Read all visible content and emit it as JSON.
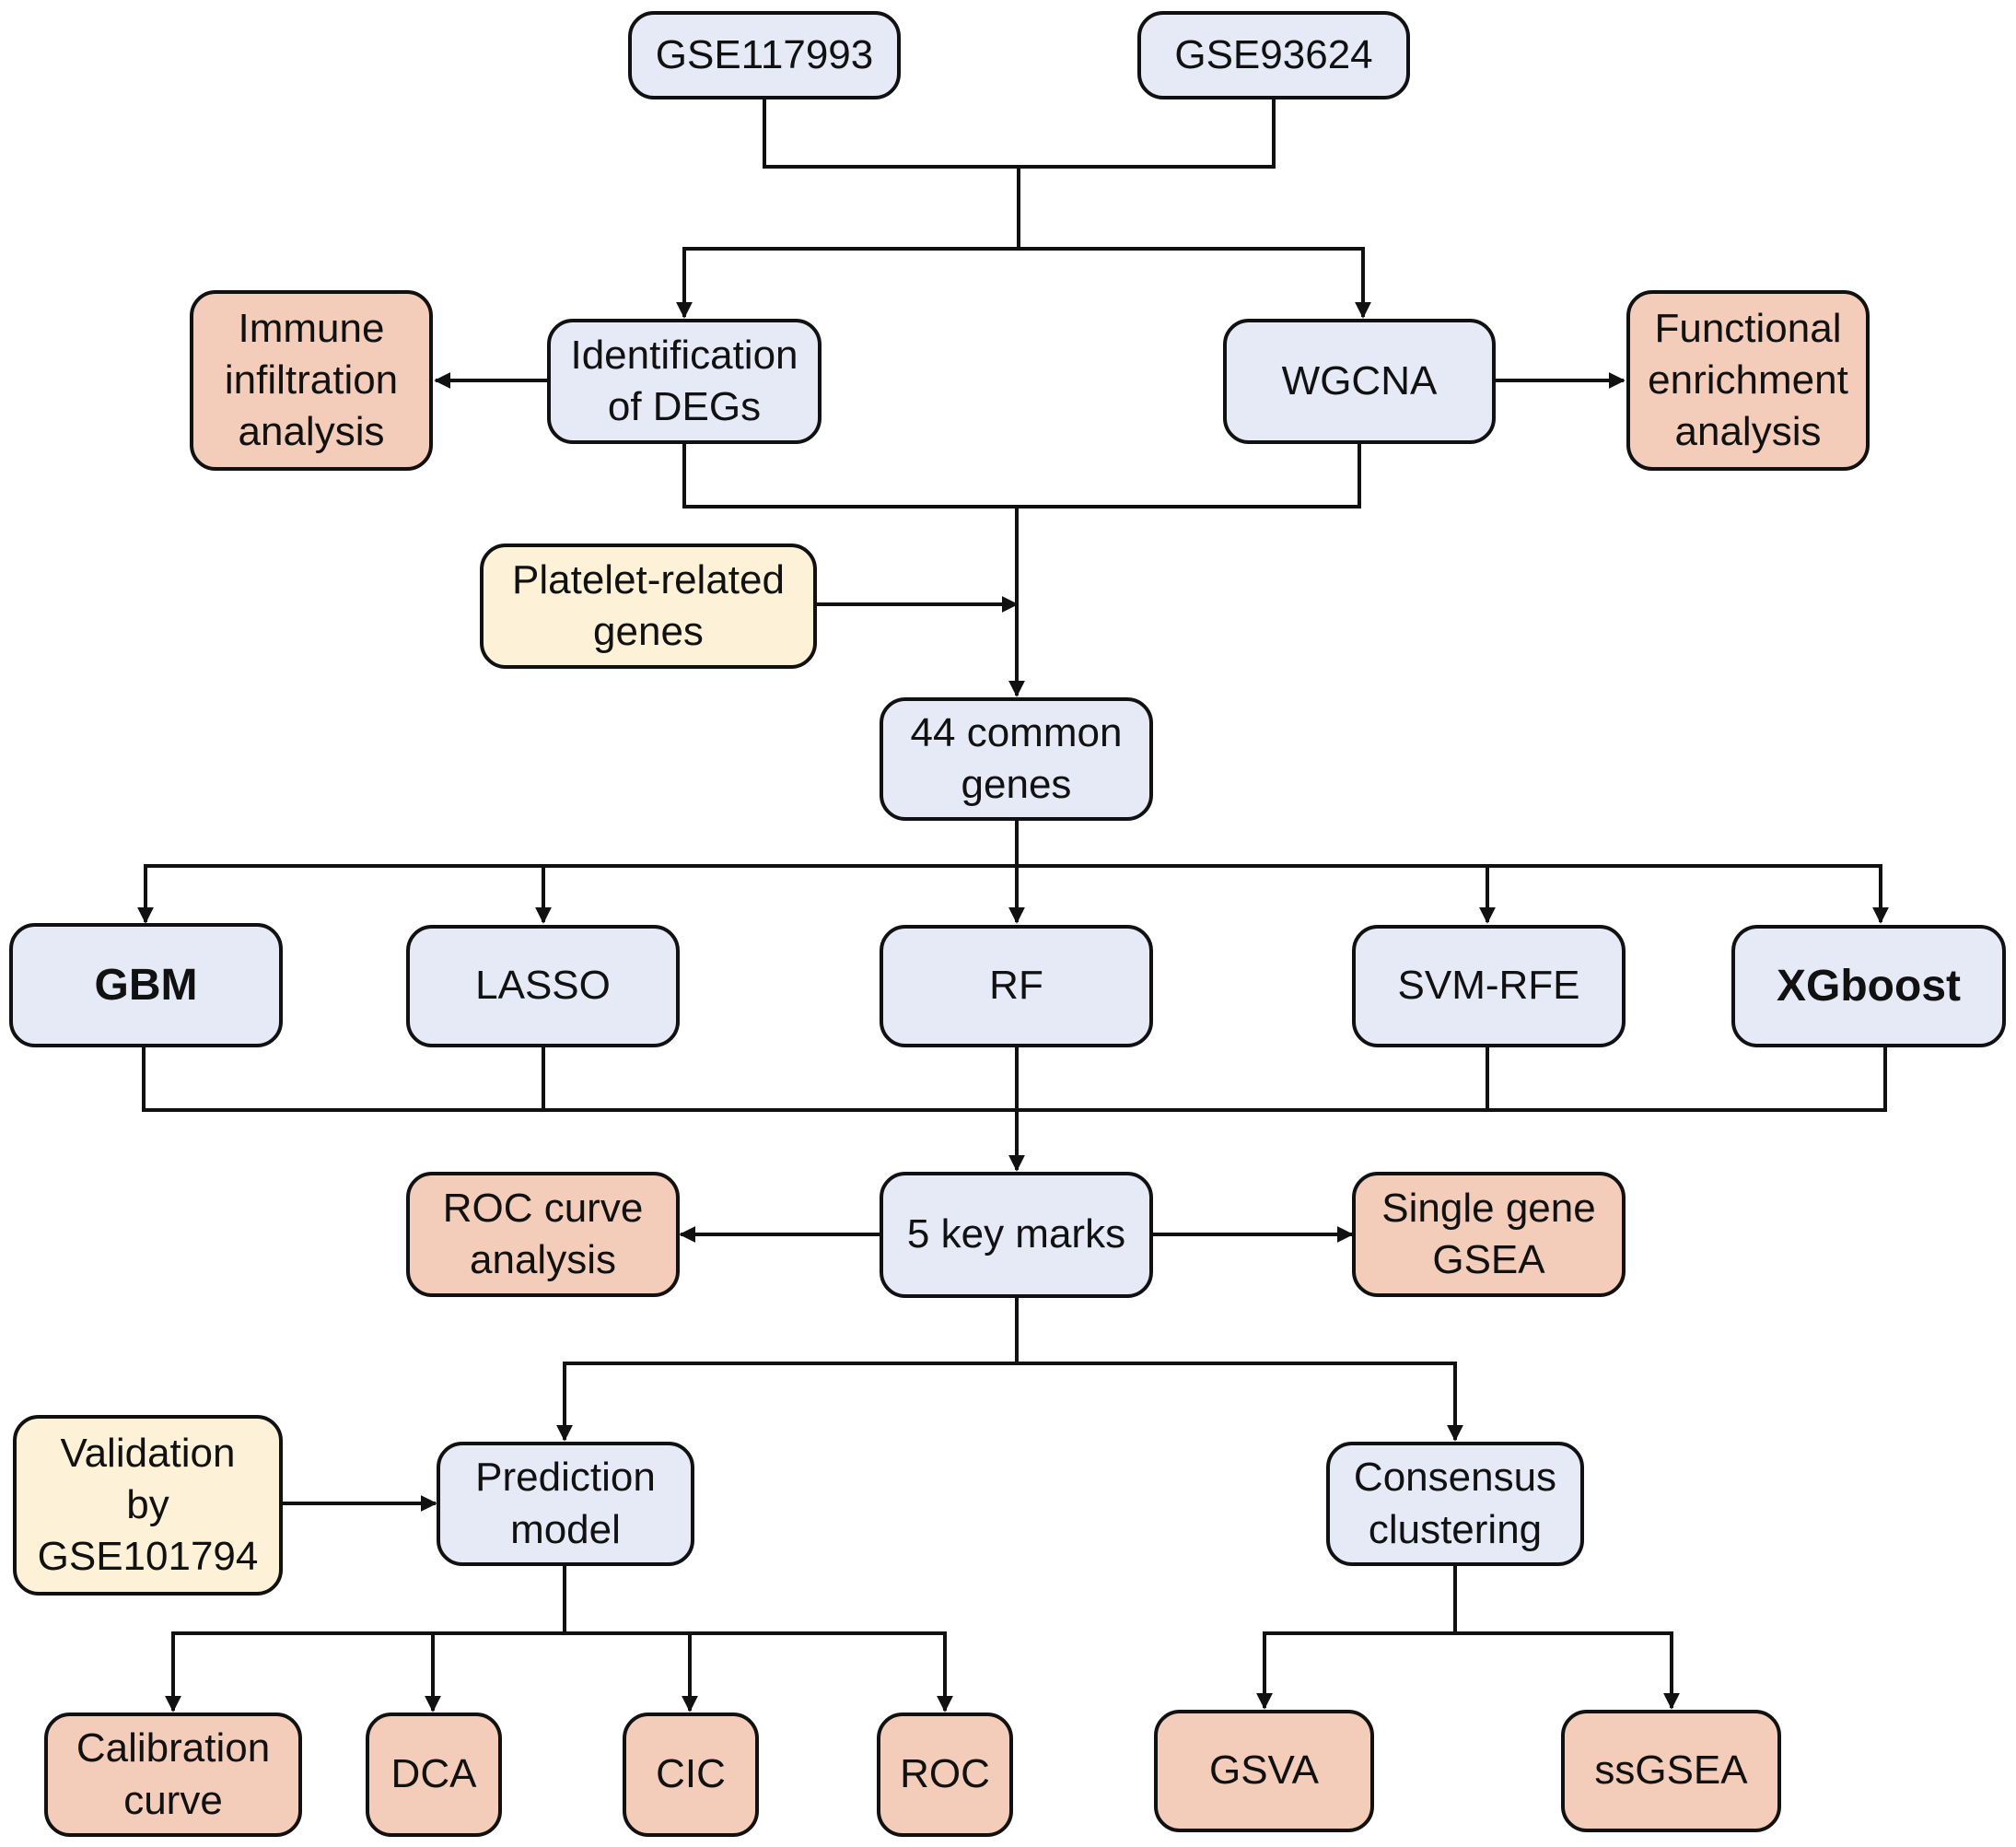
{
  "colors": {
    "process": "#e6e9f6",
    "analysis": "#f3cdb9",
    "input": "#fdf2d8",
    "line": "#111111"
  },
  "nodes": {
    "gse117993": "GSE117993",
    "gse93624": "GSE93624",
    "immune": "Immune\ninfiltration\nanalysis",
    "degs": "Identification\nof  DEGs",
    "wgcna": "WGCNA",
    "functional": "Functional\nenrichment\nanalysis",
    "platelet": "Platelet-related\ngenes",
    "common": "44 common\ngenes",
    "gbm": "GBM",
    "lasso": "LASSO",
    "rf": "RF",
    "svm": "SVM-RFE",
    "xgboost": "XGboost",
    "roc_curve": "ROC curve\nanalysis",
    "key_marks": "5 key marks",
    "single_gene": "Single gene\nGSEA",
    "validation": "Validation\nby\nGSE101794",
    "prediction": "Prediction\nmodel",
    "consensus": "Consensus\nclustering",
    "calibration": "Calibration\ncurve",
    "dca": "DCA",
    "cic": "CIC",
    "roc": "ROC",
    "gsva": "GSVA",
    "ssgsea": "ssGSEA"
  }
}
